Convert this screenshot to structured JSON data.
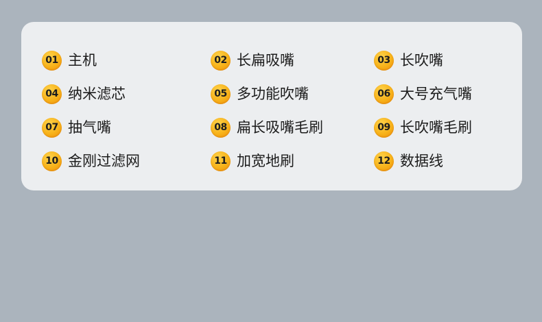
{
  "items": [
    {
      "num": "01",
      "label": "主机"
    },
    {
      "num": "02",
      "label": "长扁吸嘴"
    },
    {
      "num": "03",
      "label": "长吹嘴"
    },
    {
      "num": "04",
      "label": "纳米滤芯"
    },
    {
      "num": "05",
      "label": "多功能吹嘴"
    },
    {
      "num": "06",
      "label": "大号充气嘴"
    },
    {
      "num": "07",
      "label": "抽气嘴"
    },
    {
      "num": "08",
      "label": "扁长吸嘴毛刷"
    },
    {
      "num": "09",
      "label": "长吹嘴毛刷"
    },
    {
      "num": "10",
      "label": "金刚过滤网"
    },
    {
      "num": "11",
      "label": "加宽地刷"
    },
    {
      "num": "12",
      "label": "数据线"
    }
  ],
  "colors": {
    "background": "#abb4bd",
    "card": "#eceef0",
    "badge": "#f7b21a",
    "text": "#1c1c1c"
  }
}
